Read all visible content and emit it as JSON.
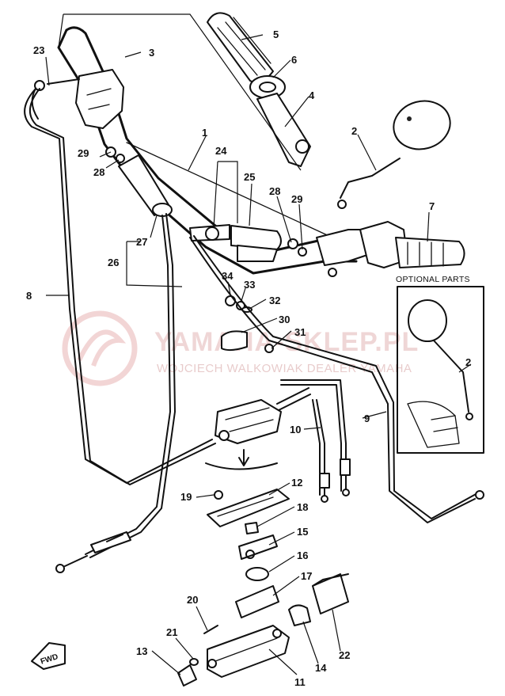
{
  "optional_parts": {
    "label": "OPTIONAL PARTS",
    "part_number": "2"
  },
  "watermark": {
    "line1": "YAMAHA-SKLEP.PL",
    "line2": "WOJCIECH WALKOWIAK DEALER YAMAHA"
  },
  "fwd_label": "FWD",
  "callouts": {
    "c1": "1",
    "c2": "2",
    "c3": "3",
    "c4": "4",
    "c5": "5",
    "c6": "6",
    "c7": "7",
    "c8": "8",
    "c9": "9",
    "c10": "10",
    "c11": "11",
    "c12": "12",
    "c13": "13",
    "c14": "14",
    "c15": "15",
    "c16": "16",
    "c17": "17",
    "c18": "18",
    "c19": "19",
    "c20": "20",
    "c21": "21",
    "c22": "22",
    "c23": "23",
    "c24": "24",
    "c25": "25",
    "c26": "26",
    "c27": "27",
    "c28a": "28",
    "c28b": "28",
    "c29a": "29",
    "c29b": "29",
    "c30": "30",
    "c31": "31",
    "c32": "32",
    "c33": "33",
    "c34": "34"
  }
}
